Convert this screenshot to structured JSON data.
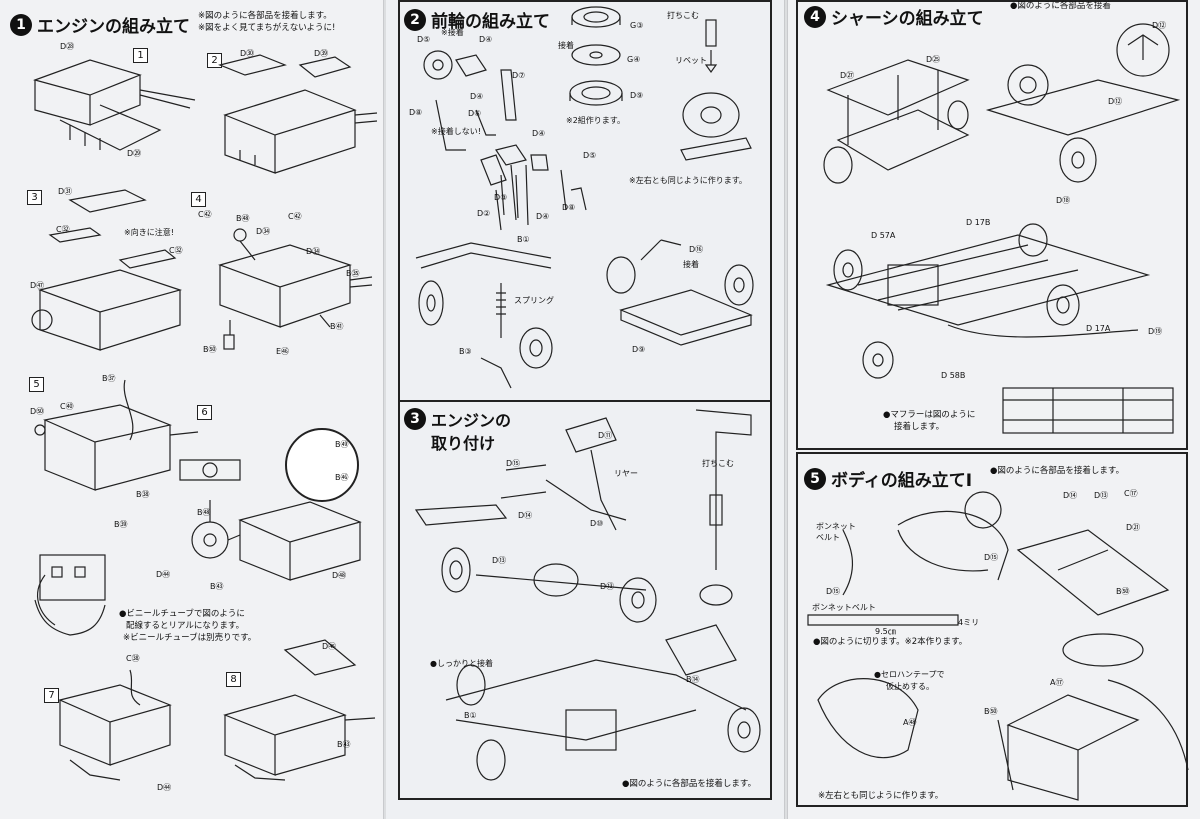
{
  "panel1": {
    "title": "エンジンの組み立て",
    "number": "1",
    "intro_1": "※図のように各部品を接着します。",
    "intro_2": "※図をよく見てまちがえないように!",
    "steps": [
      "1",
      "2",
      "3",
      "4",
      "5",
      "6",
      "7",
      "8"
    ],
    "labels": {
      "d28": "D㉘",
      "d29": "D㉙",
      "d30": "D㉚",
      "d39": "D㊴",
      "d31": "D㉛",
      "c32a": "C㉜",
      "c32b": "C㉜",
      "orientation": "※向きに注意!",
      "d47": "D㊼",
      "c42a": "C㊷",
      "b55": "B㊽",
      "c42b": "C㊷",
      "d34": "D㉞",
      "d34b": "D㉞",
      "b35": "B㉟",
      "b41": "B㊶",
      "b50": "B㊿",
      "e56": "E㊻",
      "b37": "B㊲",
      "d51": "D㊿",
      "c40": "C㊵",
      "b38": "B㊳",
      "b39": "B㊴",
      "b49": "B㊾",
      "b46": "B㊻",
      "b52": "B㊽",
      "d54": "D㊹",
      "b53": "B㊸",
      "d48": "D㊽",
      "c38": "C㊳",
      "d45": "D㊺",
      "b43": "B㊸",
      "d44": "D㊹"
    },
    "vinyl_note_1": "●ビニールチューブで図のように",
    "vinyl_note_2": "配線するとリアルになります。",
    "vinyl_note_3": "※ビニールチューブは別売りです。"
  },
  "panel2": {
    "title": "前輪の組み立て",
    "number": "2",
    "labels": {
      "d5a": "D⑤",
      "glue": "※接着",
      "d4a": "D④",
      "d7": "D⑦",
      "d6": "D⑥",
      "d8": "D⑧",
      "d4b": "D④",
      "no_glue": "※接着しない!",
      "glue2": "接着",
      "g3": "G③",
      "g4": "G④",
      "d9b": "D⑨",
      "hammer": "打ちこむ",
      "rivet": "リベット",
      "make_two": "※2組作ります。",
      "d4c": "D④",
      "d5b": "D⑤",
      "d2": "D②",
      "d4d": "D④",
      "d3": "D③",
      "d8b": "D⑧",
      "same_lr": "※左右とも同じように作ります。",
      "b1": "B①",
      "spring": "スプリング",
      "b3": "B③",
      "d16": "D⑯",
      "glue3": "接着",
      "d9c": "D⑨"
    },
    "sub_title_a": "エンジンの",
    "sub_title_b": "取り付け",
    "sub_number": "3",
    "sub_labels": {
      "d11": "D⑪",
      "d15": "D⑮",
      "rear": "リヤー",
      "d14": "D⑭",
      "d10": "D⑩",
      "hammer2": "打ちこむ",
      "d13": "D⑬",
      "d13b": "D⑬",
      "firm": "●しっかりと接着",
      "b14": "B⑭",
      "b1b": "B①"
    },
    "footer_note": "●図のように各部品を接着します。"
  },
  "panel3": {
    "title": "シャーシの組み立て",
    "number": "4",
    "intro": "●図のように各部品を接着",
    "labels": {
      "d27": "D㉗",
      "d25": "D㉕",
      "d12": "D⑫",
      "d12b": "D⑫",
      "d18": "D⑱",
      "d57a": "D 57A",
      "d17b": "D 17B",
      "d17a": "D 17A",
      "d19": "D⑲",
      "d58b": "D 58B"
    },
    "muffler_1": "●マフラーは図のように",
    "muffler_2": "接着します。",
    "sub_title": "ボディの組み立てⅠ",
    "sub_number": "5",
    "sub_intro": "●図のように各部品を接着します。",
    "sub_labels": {
      "bonnet_belt": "ボンネット",
      "belt": "ベルト",
      "d15": "D⑮",
      "d14": "D⑭",
      "d63": "D⑬",
      "c67": "C⑰",
      "d61": "D㉑",
      "d55": "D⑮",
      "b60": "B㊿",
      "bonnet_belt2": "ボンネットベルト",
      "length": "9.5㎝",
      "width": "4ミリ",
      "cut_note_1": "●図のように切ります。※2本作ります。",
      "cello_1": "●セロハンテープで",
      "cello_2": "仮止めする。",
      "a59": "A㊽",
      "a77": "A⑰",
      "b62": "B㊿",
      "same_lr": "※左右とも同じように作ります。"
    }
  }
}
